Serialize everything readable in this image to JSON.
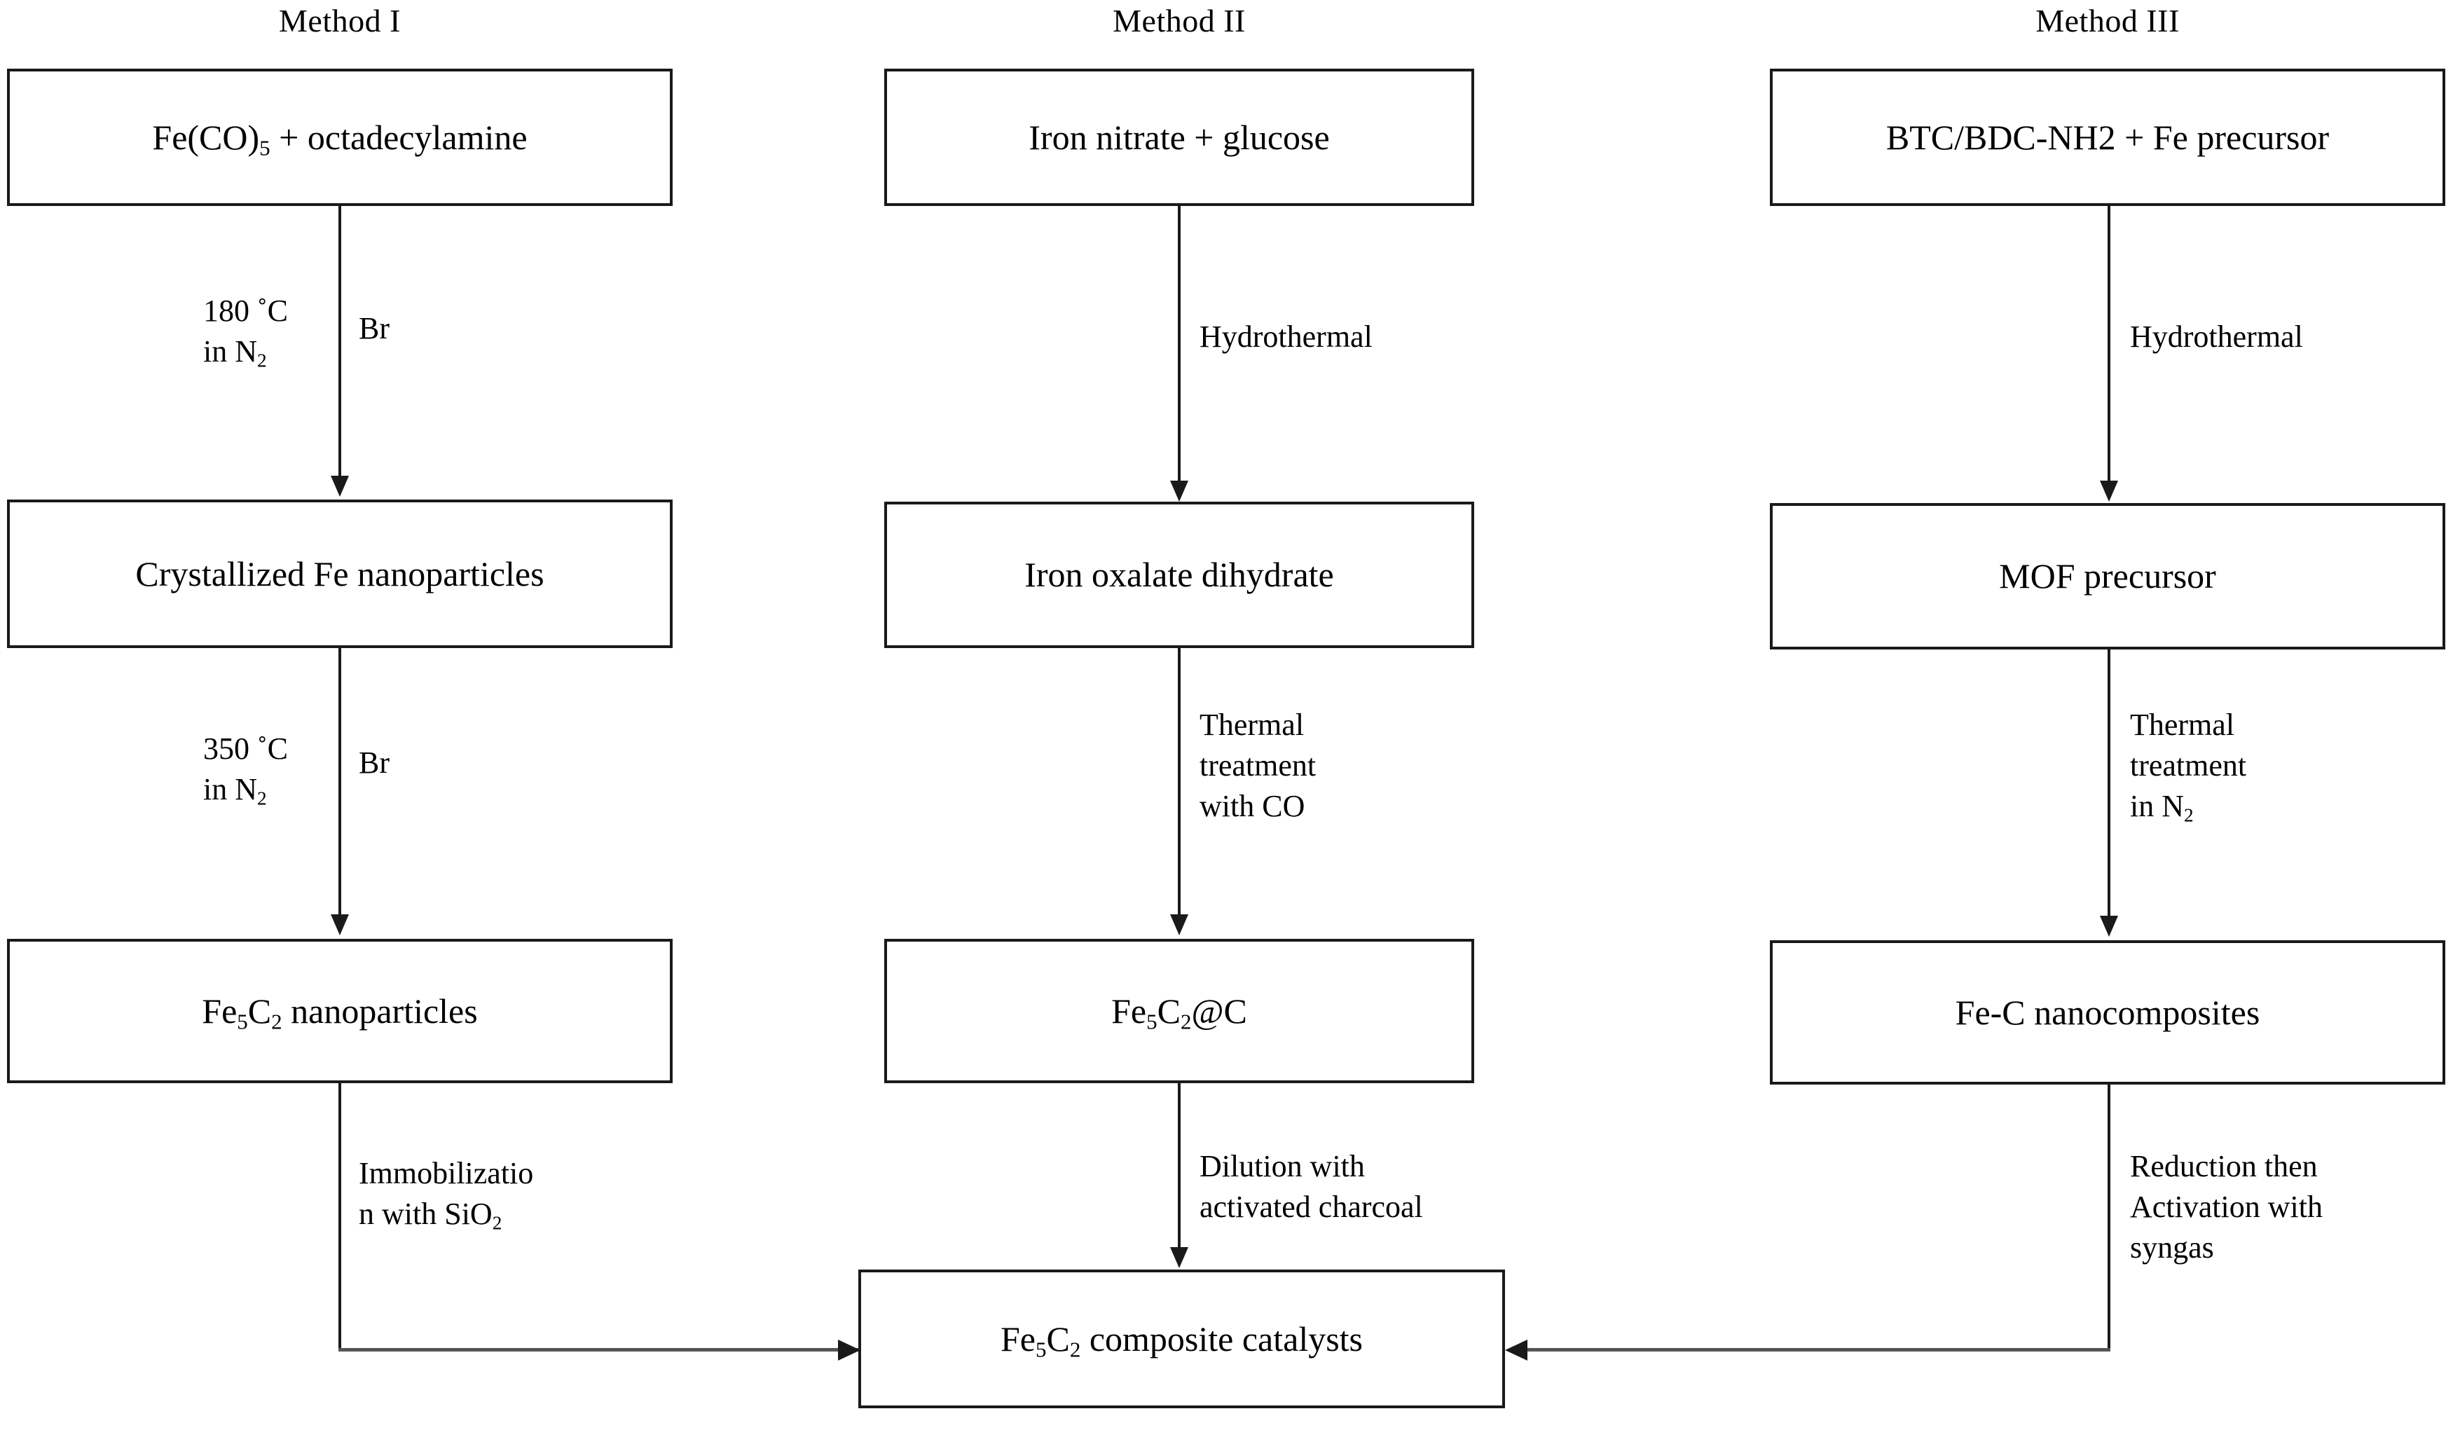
{
  "figure": {
    "type": "flowchart",
    "orientation": "three parallel vertical synthesis routes converging to one product box",
    "background_color": "#ffffff",
    "line_color": "#1a1a1a"
  },
  "columns": [
    {
      "id": "method-1",
      "title": "Method I",
      "nodes": [
        {
          "id": "m1-n1",
          "text_plain": "Fe(CO)5 + octadecylamine",
          "parts": [
            {
              "t": "Fe(CO)"
            },
            {
              "t": "5",
              "style": "sub"
            },
            {
              "t": " + octadecylamine"
            }
          ]
        },
        {
          "id": "m1-n2",
          "text_plain": "Crystallized Fe nanoparticles",
          "parts": [
            {
              "t": "Crystallized Fe nanoparticles"
            }
          ]
        },
        {
          "id": "m1-n3",
          "text_plain": "Fe5C2 nanoparticles",
          "parts": [
            {
              "t": "Fe"
            },
            {
              "t": "5",
              "style": "sub"
            },
            {
              "t": "C"
            },
            {
              "t": "2",
              "style": "sub"
            },
            {
              "t": " nanoparticles"
            }
          ]
        }
      ],
      "edges": [
        {
          "id": "m1-e1",
          "label_left": "180 ˚C\nin N2",
          "label_left_parts": [
            {
              "t": "180 ˚C"
            },
            {
              "t": "\n"
            },
            {
              "t": "in N"
            },
            {
              "t": "2",
              "style": "sub"
            }
          ],
          "label_right": "Br"
        },
        {
          "id": "m1-e2",
          "label_left": "350 ˚C\nin N2",
          "label_left_parts": [
            {
              "t": "350 ˚C"
            },
            {
              "t": "\n"
            },
            {
              "t": "in N"
            },
            {
              "t": "2",
              "style": "sub"
            }
          ],
          "label_right": "Br"
        },
        {
          "id": "m1-e3",
          "label_right": "Immobilizatio\nn with SiO2",
          "label_right_parts": [
            {
              "t": "Immobilizatio"
            },
            {
              "t": "\n"
            },
            {
              "t": "n with SiO"
            },
            {
              "t": "2",
              "style": "sub"
            }
          ]
        }
      ]
    },
    {
      "id": "method-2",
      "title": "Method II",
      "nodes": [
        {
          "id": "m2-n1",
          "text_plain": "Iron nitrate + glucose",
          "parts": [
            {
              "t": "Iron nitrate + glucose"
            }
          ]
        },
        {
          "id": "m2-n2",
          "text_plain": "Iron oxalate dihydrate",
          "parts": [
            {
              "t": "Iron oxalate dihydrate"
            }
          ]
        },
        {
          "id": "m2-n3",
          "text_plain": "Fe5C2@C",
          "parts": [
            {
              "t": "Fe"
            },
            {
              "t": "5",
              "style": "sub"
            },
            {
              "t": "C"
            },
            {
              "t": "2",
              "style": "sub"
            },
            {
              "t": "@C"
            }
          ]
        }
      ],
      "edges": [
        {
          "id": "m2-e1",
          "label_right": "Hydrothermal"
        },
        {
          "id": "m2-e2",
          "label_right": "Thermal\ntreatment\nwith CO"
        },
        {
          "id": "m2-e3",
          "label_right": "Dilution with\nactivated charcoal"
        }
      ]
    },
    {
      "id": "method-3",
      "title": "Method III",
      "nodes": [
        {
          "id": "m3-n1",
          "text_plain": "BTC/BDC-NH2 + Fe precursor",
          "parts": [
            {
              "t": "BTC/BDC-NH2 + Fe precursor"
            }
          ]
        },
        {
          "id": "m3-n2",
          "text_plain": "MOF precursor",
          "parts": [
            {
              "t": "MOF precursor"
            }
          ]
        },
        {
          "id": "m3-n3",
          "text_plain": "Fe-C nanocomposites",
          "parts": [
            {
              "t": "Fe-C nanocomposites"
            }
          ]
        }
      ],
      "edges": [
        {
          "id": "m3-e1",
          "label_right": "Hydrothermal"
        },
        {
          "id": "m3-e2",
          "label_right": "Thermal\ntreatment\nin N2",
          "label_right_parts": [
            {
              "t": "Thermal"
            },
            {
              "t": "\n"
            },
            {
              "t": "treatment"
            },
            {
              "t": "\n"
            },
            {
              "t": "in N"
            },
            {
              "t": "2",
              "style": "sub"
            }
          ]
        },
        {
          "id": "m3-e3",
          "label_right": "Reduction then\nActivation with\nsyngas"
        }
      ]
    }
  ],
  "product": {
    "id": "product-node",
    "text_plain": "Fe5C2 composite catalysts",
    "parts": [
      {
        "t": "Fe"
      },
      {
        "t": "5",
        "style": "sub"
      },
      {
        "t": "C"
      },
      {
        "t": "2",
        "style": "sub"
      },
      {
        "t": " composite catalysts"
      }
    ]
  }
}
